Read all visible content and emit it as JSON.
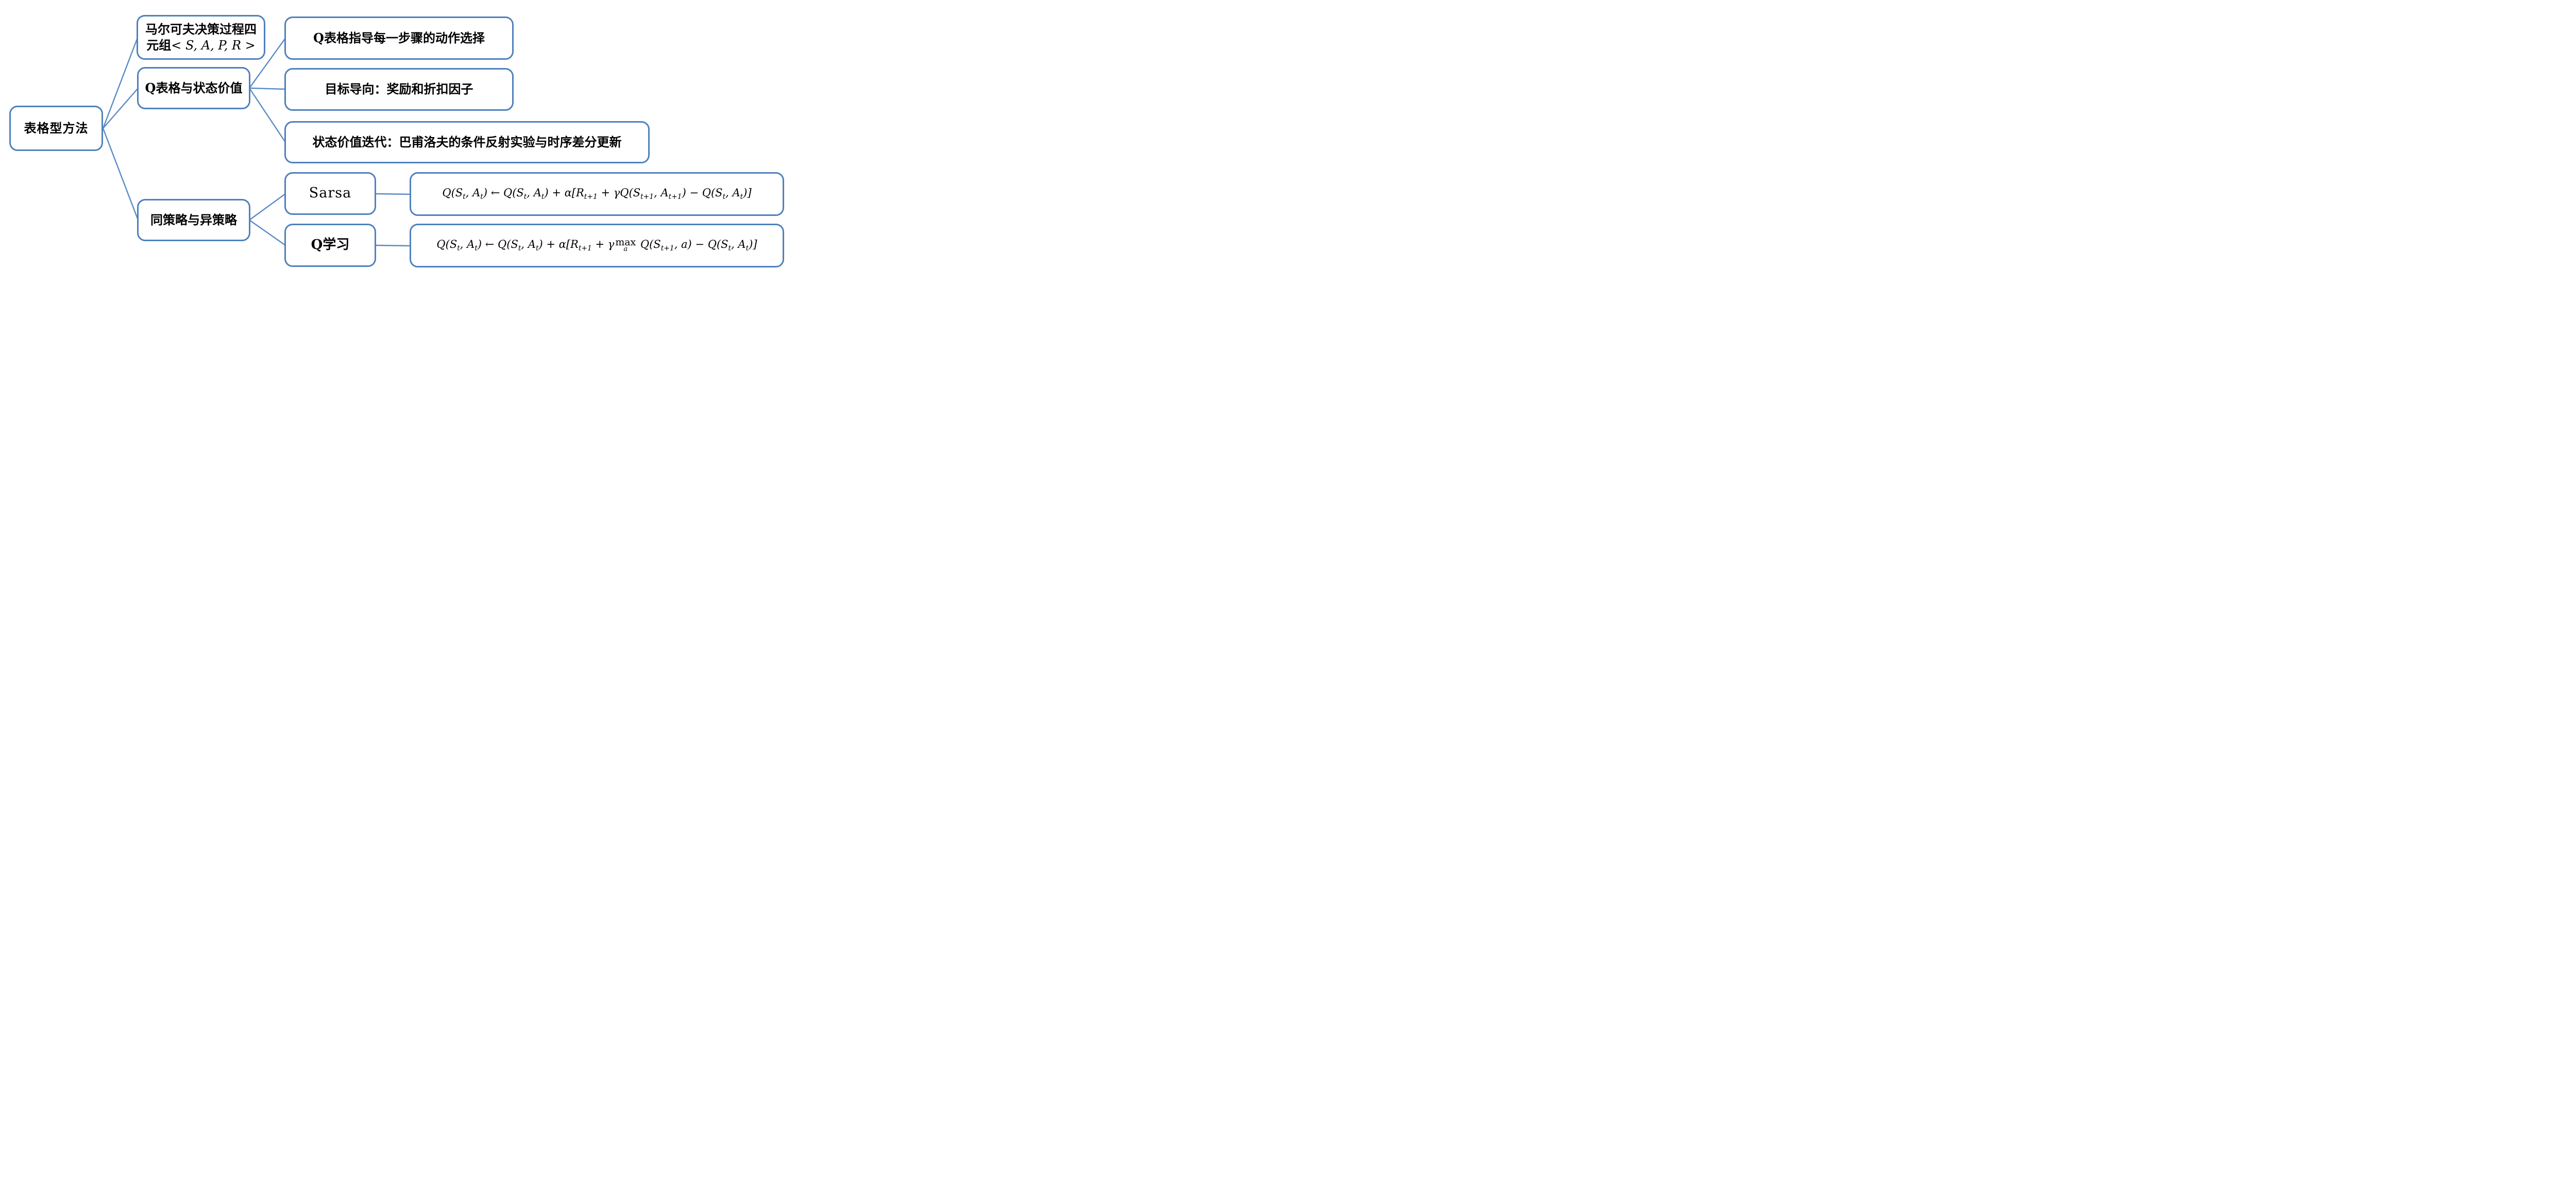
{
  "colors": {
    "accent_border": "#4f81bd",
    "connector_line": "#5a8ac6",
    "text": "#000000",
    "background": "#ffffff"
  },
  "root": {
    "label": "表格型方法"
  },
  "branches": {
    "mdp": {
      "line1": "马尔可夫决策过程四",
      "line2_prefix": "元组",
      "tuple": "< S, A, P, R >"
    },
    "qtable": {
      "label": "Q表格与状态价值"
    },
    "policy": {
      "label": "同策略与异策略"
    }
  },
  "leaves": {
    "leaf1": {
      "label": "Q表格指导每一步骤的动作选择"
    },
    "leaf2": {
      "label": "目标导向：奖励和折扣因子"
    },
    "leaf3": {
      "label": "状态价值迭代：巴甫洛夫的条件反射实验与时序差分更新"
    }
  },
  "algorithms": {
    "sarsa": {
      "label": "Sarsa",
      "formula": [
        {
          "t": "Q(S"
        },
        {
          "sub": "t"
        },
        {
          "t": ", A"
        },
        {
          "sub": "t"
        },
        {
          "t": ") ← Q(S"
        },
        {
          "sub": "t"
        },
        {
          "t": ", A"
        },
        {
          "sub": "t"
        },
        {
          "t": ") + α[R"
        },
        {
          "sub": "t+1"
        },
        {
          "t": " + γQ(S"
        },
        {
          "sub": "t+1"
        },
        {
          "t": ", A"
        },
        {
          "sub": "t+1"
        },
        {
          "t": ") − Q(S"
        },
        {
          "sub": "t"
        },
        {
          "t": ", A"
        },
        {
          "sub": "t"
        },
        {
          "t": ")]"
        }
      ]
    },
    "qlearning": {
      "label": "Q学习",
      "formula": [
        {
          "t": "Q(S"
        },
        {
          "sub": "t"
        },
        {
          "t": ", A"
        },
        {
          "sub": "t"
        },
        {
          "t": ") ← Q(S"
        },
        {
          "sub": "t"
        },
        {
          "t": ", A"
        },
        {
          "sub": "t"
        },
        {
          "t": ") + α[R"
        },
        {
          "sub": "t+1"
        },
        {
          "t": " + γ"
        },
        {
          "max": {
            "top": "max",
            "under": "a"
          }
        },
        {
          "t": " Q(S"
        },
        {
          "sub": "t+1"
        },
        {
          "t": ", a) − Q(S"
        },
        {
          "sub": "t"
        },
        {
          "t": ", A"
        },
        {
          "sub": "t"
        },
        {
          "t": ")]"
        }
      ]
    }
  }
}
